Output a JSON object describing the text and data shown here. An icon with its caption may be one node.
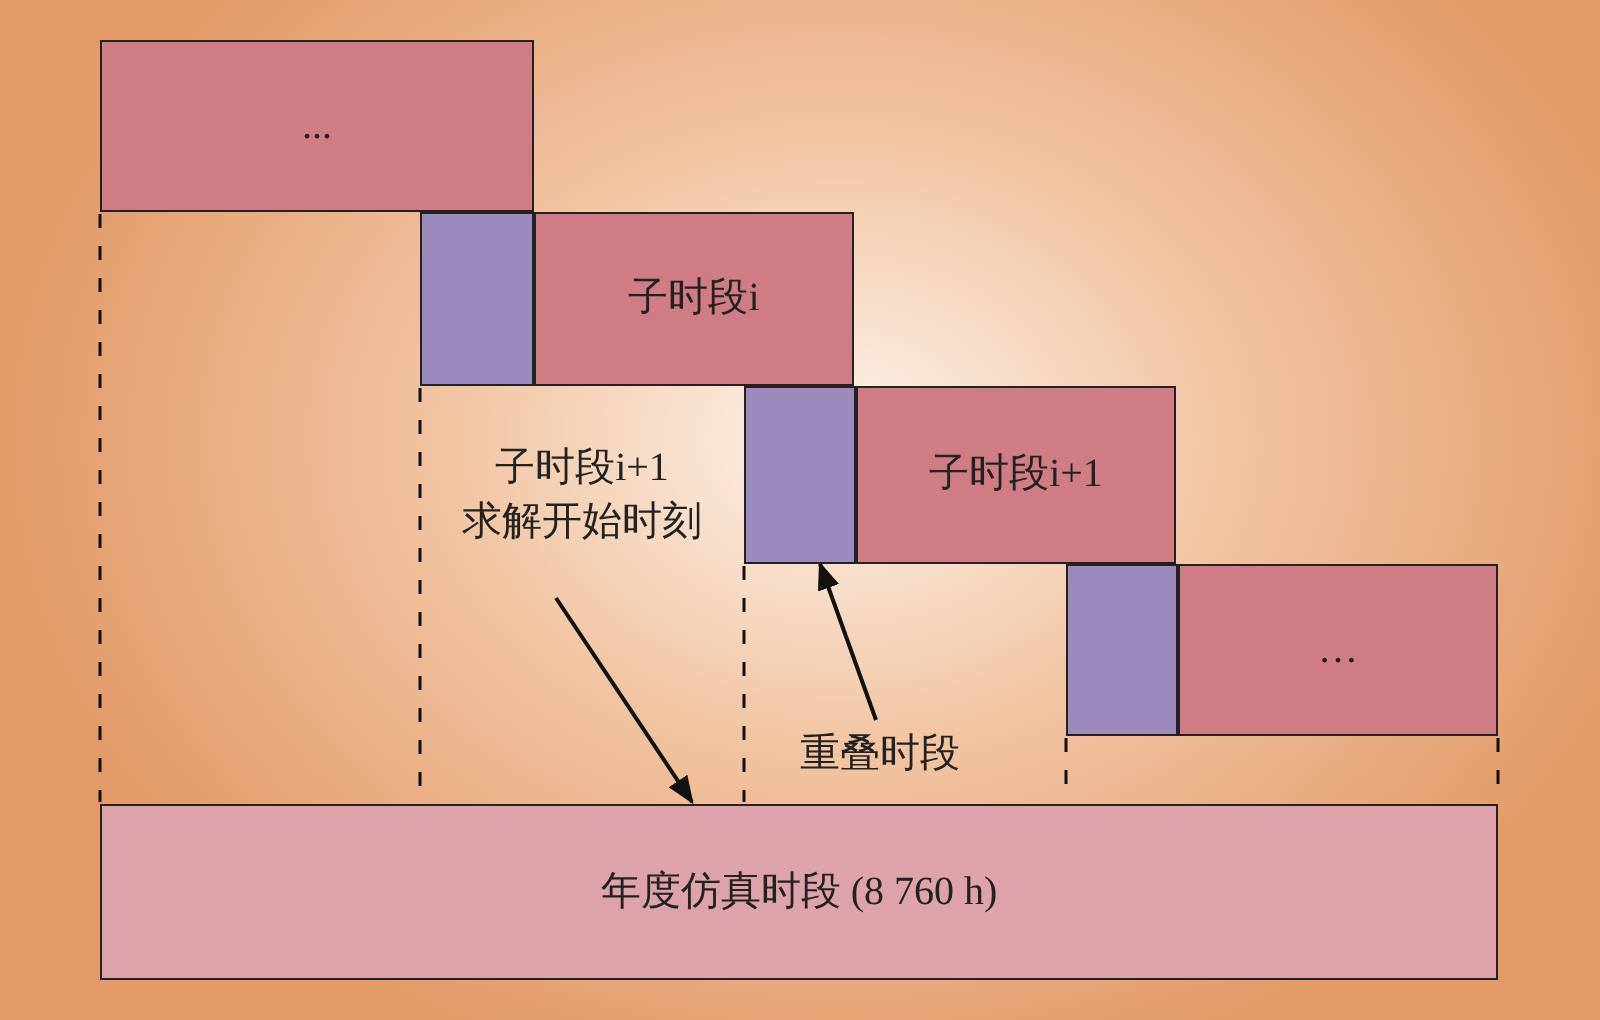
{
  "diagram": {
    "nodes": [
      {
        "text": [
          "..."
        ]
      },
      {
        "text": [],
        "shape": "box"
      },
      {
        "text": [
          "子时段i"
        ]
      },
      {
        "text": [],
        "shape": "box"
      },
      {
        "text": [
          "子时段i+1"
        ]
      },
      {
        "text": [],
        "shape": "box"
      },
      {
        "text": [
          "…"
        ]
      },
      {
        "text": [
          "年度仿真时段 (8 760 h)"
        ]
      },
      {
        "text": [
          "子时段i+1求解开始时刻"
        ]
      },
      {
        "text": [
          "重叠时段"
        ]
      }
    ],
    "edges": [
      {
        "from": 0,
        "to": 7,
        "arrow": "none",
        "style": "dashed"
      },
      {
        "from": 1,
        "to": 7,
        "arrow": "none",
        "style": "dashed"
      },
      {
        "from": 3,
        "to": 7,
        "arrow": "none",
        "style": "dashed"
      },
      {
        "from": 5,
        "to": 7,
        "arrow": "none",
        "style": "dashed"
      },
      {
        "from": 6,
        "to": 7,
        "arrow": "none",
        "style": "dashed"
      },
      {
        "from": 8,
        "to": 7,
        "arrow": "to"
      },
      {
        "from": 9,
        "to": 3,
        "arrow": "to"
      }
    ]
  }
}
